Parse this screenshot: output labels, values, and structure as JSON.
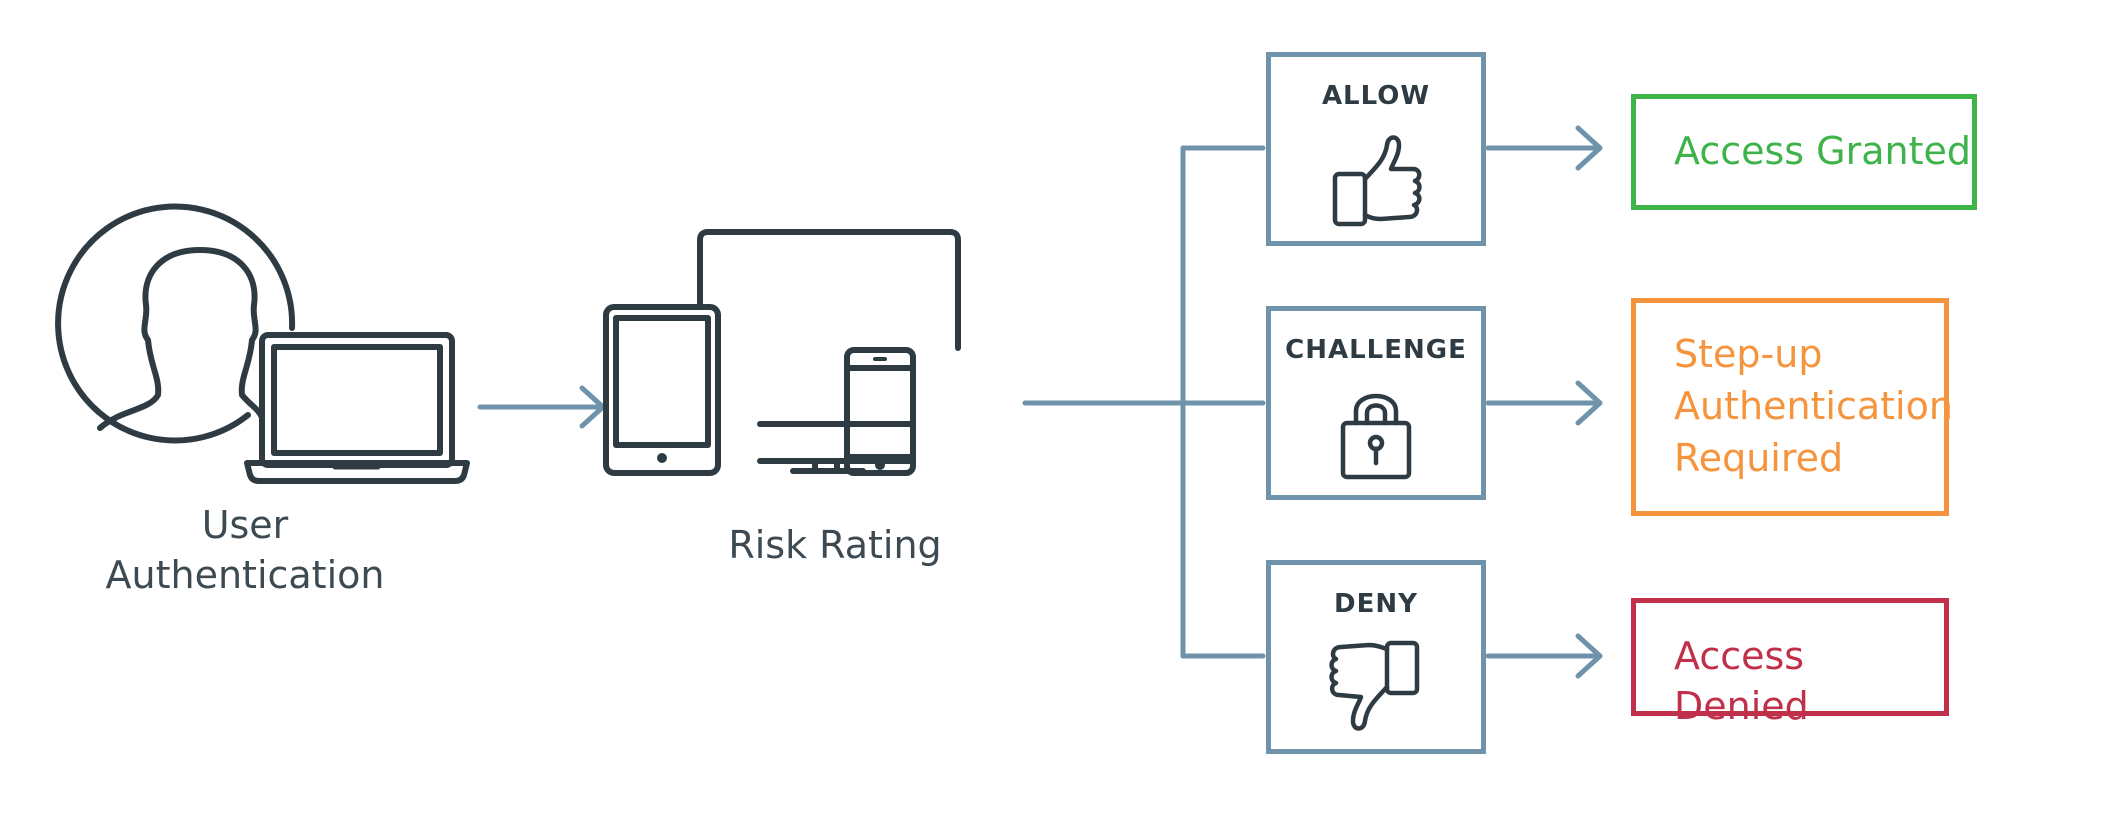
{
  "diagram": {
    "title": "Risk-based authentication flow",
    "colors": {
      "connector": "#6e93ab",
      "icon_stroke": "#2e3b43",
      "label_text": "#3d4a52",
      "granted": "#3db34a",
      "challenge": "#f5943c",
      "denied": "#c0304a"
    },
    "steps": [
      {
        "id": "user-authentication",
        "label_line1": "User",
        "label_line2": "Authentication",
        "icon": "user-laptop-icon"
      },
      {
        "id": "risk-rating",
        "label": "Risk Rating",
        "icon": "multi-device-icon"
      }
    ],
    "decisions": [
      {
        "id": "allow",
        "title": "ALLOW",
        "icon": "thumbs-up-icon"
      },
      {
        "id": "challenge",
        "title": "CHALLENGE",
        "icon": "padlock-icon"
      },
      {
        "id": "deny",
        "title": "DENY",
        "icon": "thumbs-down-icon"
      }
    ],
    "outcomes": [
      {
        "id": "access-granted",
        "lines": [
          "Access Granted"
        ],
        "color_key": "granted"
      },
      {
        "id": "step-up",
        "lines": [
          "Step-up",
          "Authentication",
          "Required"
        ],
        "color_key": "challenge"
      },
      {
        "id": "access-denied",
        "lines": [
          "Access Denied"
        ],
        "color_key": "denied"
      }
    ]
  }
}
